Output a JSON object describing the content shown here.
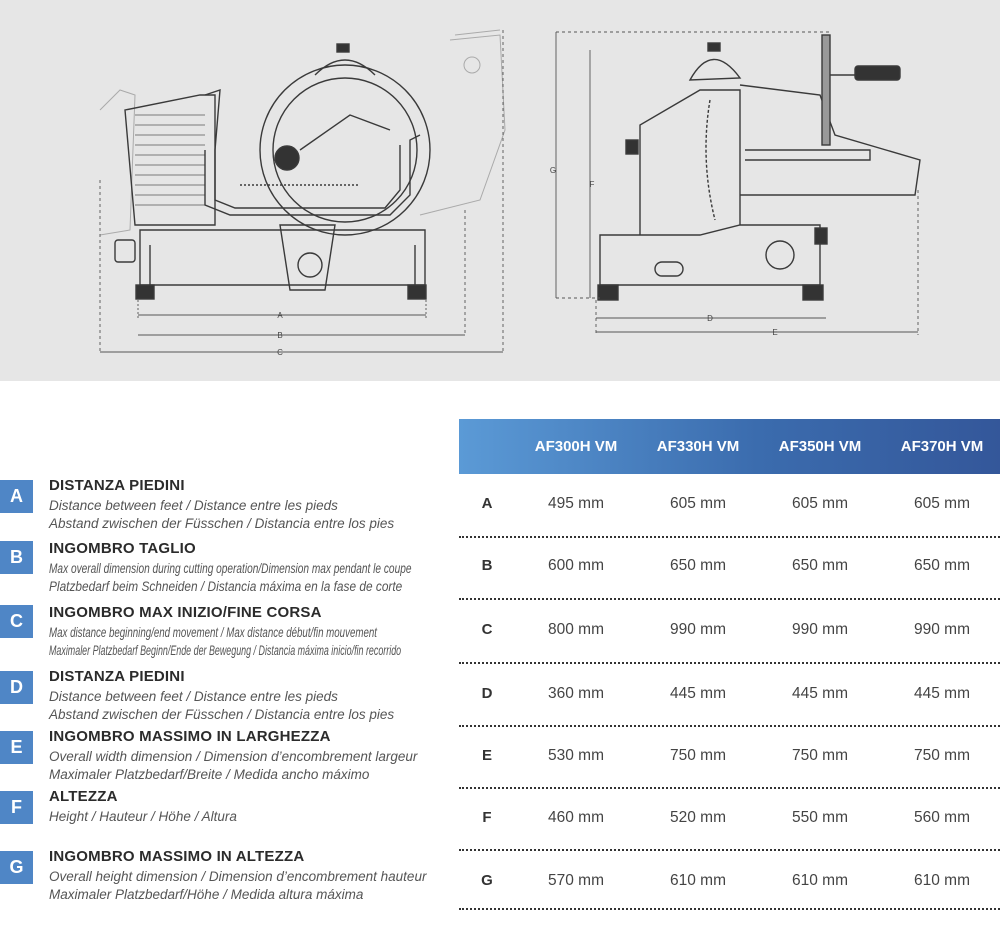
{
  "dimension_labels": [
    "A",
    "B",
    "C",
    "D",
    "E",
    "F",
    "G"
  ],
  "table": {
    "models": [
      "AF300H VM",
      "AF330H VM",
      "AF350H VM",
      "AF370H VM"
    ],
    "rows": [
      {
        "letter": "A",
        "values": [
          "495 mm",
          "605 mm",
          "605 mm",
          "605 mm"
        ]
      },
      {
        "letter": "B",
        "values": [
          "600 mm",
          "650 mm",
          "650 mm",
          "650 mm"
        ]
      },
      {
        "letter": "C",
        "values": [
          "800 mm",
          "990 mm",
          "990 mm",
          "990 mm"
        ]
      },
      {
        "letter": "D",
        "values": [
          "360 mm",
          "445 mm",
          "445 mm",
          "445 mm"
        ]
      },
      {
        "letter": "E",
        "values": [
          "530 mm",
          "750 mm",
          "750 mm",
          "750 mm"
        ]
      },
      {
        "letter": "F",
        "values": [
          "460 mm",
          "520 mm",
          "550 mm",
          "560 mm"
        ]
      },
      {
        "letter": "G",
        "values": [
          "570 mm",
          "610 mm",
          "610 mm",
          "610 mm"
        ]
      }
    ]
  },
  "labels": [
    {
      "letter": "A",
      "title": "DISTANZA PIEDINI",
      "line1": "Distance between feet / Distance entre les pieds",
      "line2": "Abstand zwischen der Füsschen / Distancia entre los pies"
    },
    {
      "letter": "B",
      "title": "INGOMBRO TAGLIO",
      "line1": "Max overall dimension during cutting operation/Dimension max pendant le coupe",
      "line2": "Platzbedarf beim Schneiden / Distancia máxima en la fase de corte"
    },
    {
      "letter": "C",
      "title": "INGOMBRO MAX INIZIO/FINE CORSA",
      "line1": "Max distance beginning/end movement / Max distance début/fin mouvement",
      "line2": "Maximaler Platzbedarf Beginn/Ende der Bewegung / Distancia máxima inicio/fin recorrido"
    },
    {
      "letter": "D",
      "title": "DISTANZA PIEDINI",
      "line1": "Distance between feet / Distance entre les pieds",
      "line2": "Abstand zwischen der Füsschen / Distancia entre los pies"
    },
    {
      "letter": "E",
      "title": "INGOMBRO MASSIMO IN LARGHEZZA",
      "line1": "Overall width dimension / Dimension d’encombrement largeur",
      "line2": "Maximaler Platzbedarf/Breite / Medida ancho máximo"
    },
    {
      "letter": "F",
      "title": "ALTEZZA",
      "line1": "Height / Hauteur / Höhe / Altura",
      "line2": ""
    },
    {
      "letter": "G",
      "title": "INGOMBRO MASSIMO IN ALTEZZA",
      "line1": "Overall height dimension / Dimension d’encombrement hauteur",
      "line2": "Maximaler Platzbedarf/Höhe / Medida altura máxima"
    }
  ],
  "colors": {
    "accent": "#4f86c6",
    "header_start": "#5b9ad6",
    "header_end": "#34579a",
    "drawing_bg": "#e6e6e6"
  }
}
